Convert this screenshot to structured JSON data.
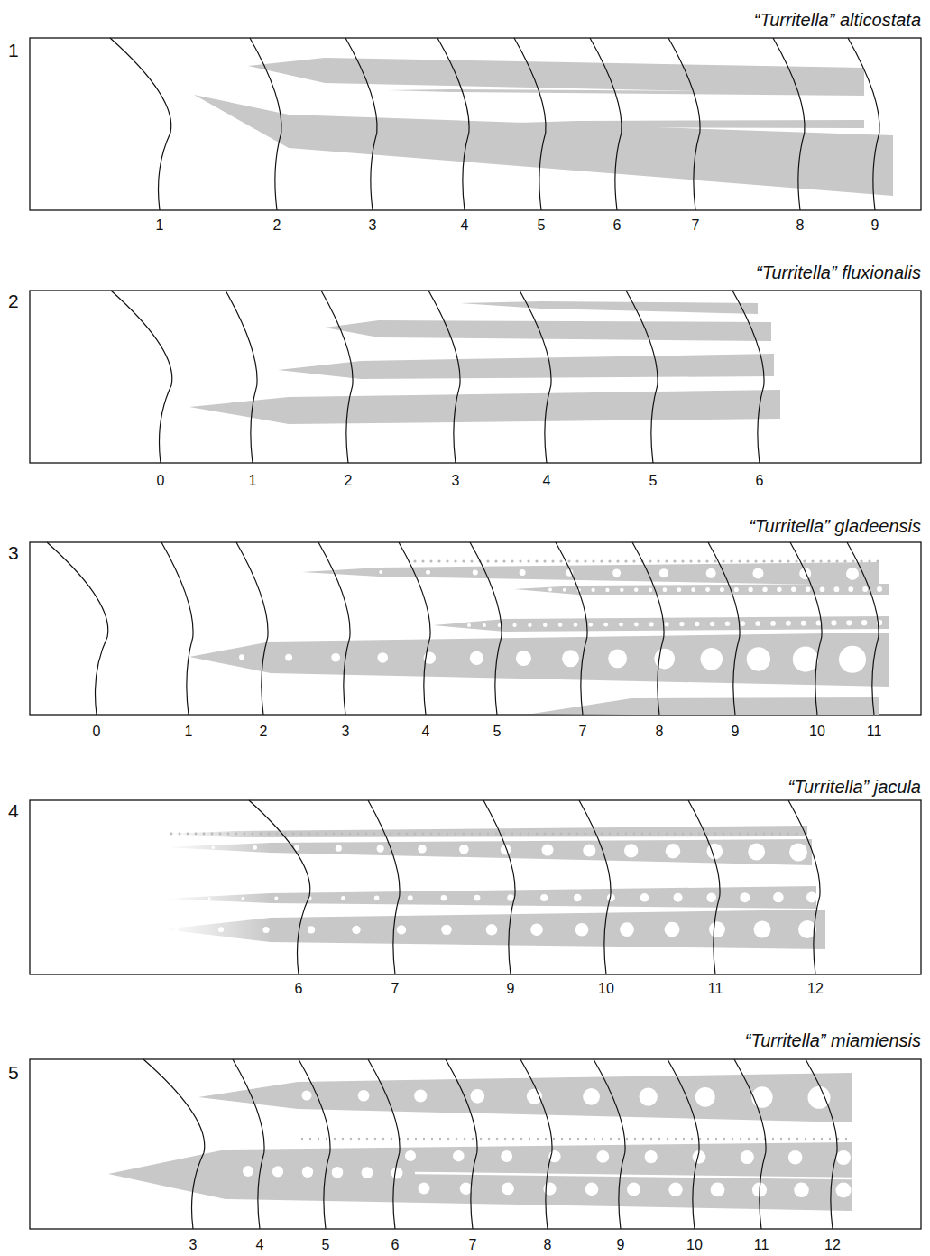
{
  "diagram": {
    "labels": [
      "1",
      "“Turritella” alticostata",
      "1",
      "2",
      "3",
      "4",
      "5",
      "6",
      "7",
      "8",
      "9",
      "2",
      "“Turritella” fluxionalis",
      "0",
      "1",
      "2",
      "3",
      "4",
      "5",
      "6",
      "3",
      "“Turritella” gladeensis",
      "0",
      "1",
      "2",
      "3",
      "4",
      "5",
      "7",
      "8",
      "9",
      "10",
      "11",
      "4",
      "“Turritella” jacula",
      "6",
      "7",
      "9",
      "10",
      "11",
      "12",
      "5",
      "“Turritella” miamiensis",
      "3",
      "4",
      "5",
      "6",
      "7",
      "8",
      "9",
      "10",
      "11",
      "12"
    ]
  }
}
